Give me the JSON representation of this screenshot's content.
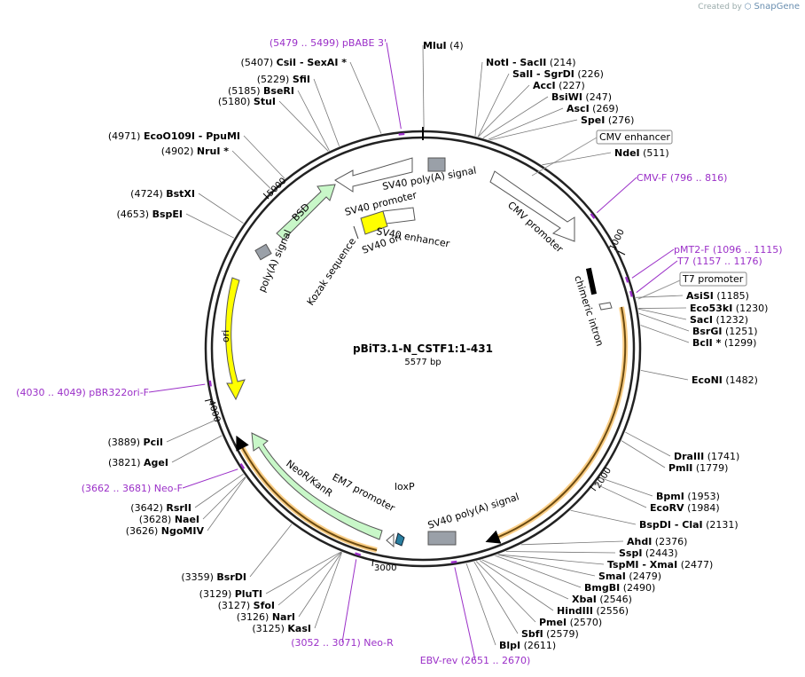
{
  "brand": {
    "created_by": "Created by",
    "app_name": "SnapGene"
  },
  "plasmid": {
    "name": "pBiT3.1-N_CSTF1:1-431",
    "length": "5577 bp"
  },
  "colors": {
    "primer": "#9b30c8",
    "site": "#000000",
    "orf_fill": "#c8f7c8",
    "ori": "#ffff00",
    "misc": "#aab0b8",
    "orange": "#f5a623"
  },
  "ticks": [
    "1000",
    "2000",
    "3000",
    "4000",
    "5000"
  ],
  "sites": [
    {
      "name": "MluI",
      "pos": "(4)"
    },
    {
      "name": "NotI",
      "extra": "- SacII",
      "pos": "(214)"
    },
    {
      "name": "SalI",
      "extra": "- SgrDI",
      "pos": "(226)"
    },
    {
      "name": "AccI",
      "pos": "(227)"
    },
    {
      "name": "BsiWI",
      "pos": "(247)"
    },
    {
      "name": "AscI",
      "pos": "(269)"
    },
    {
      "name": "SpeI",
      "pos": "(276)"
    },
    {
      "name": "NdeI",
      "pos": "(511)"
    },
    {
      "name": "AsiSI",
      "pos": "(1185)"
    },
    {
      "name": "Eco53kI",
      "pos": "(1230)"
    },
    {
      "name": "SacI",
      "pos": "(1232)"
    },
    {
      "name": "BsrGI",
      "pos": "(1251)"
    },
    {
      "name": "BclI *",
      "pos": "(1299)"
    },
    {
      "name": "EcoNI",
      "pos": "(1482)"
    },
    {
      "name": "DraIII",
      "pos": "(1741)"
    },
    {
      "name": "PmlI",
      "pos": "(1779)"
    },
    {
      "name": "BpmI",
      "pos": "(1953)"
    },
    {
      "name": "EcoRV",
      "pos": "(1984)"
    },
    {
      "name": "BspDI",
      "extra": "- ClaI",
      "pos": "(2131)"
    },
    {
      "name": "AhdI",
      "pos": "(2376)"
    },
    {
      "name": "SspI",
      "pos": "(2443)"
    },
    {
      "name": "TspMI",
      "extra": "- XmaI",
      "pos": "(2477)"
    },
    {
      "name": "SmaI",
      "pos": "(2479)"
    },
    {
      "name": "BmgBI",
      "pos": "(2490)"
    },
    {
      "name": "XbaI",
      "pos": "(2546)"
    },
    {
      "name": "HindIII",
      "pos": "(2556)"
    },
    {
      "name": "PmeI",
      "pos": "(2570)"
    },
    {
      "name": "SbfI",
      "pos": "(2579)"
    },
    {
      "name": "BlpI",
      "pos": "(2611)"
    },
    {
      "name": "KasI",
      "pos": "(3125)"
    },
    {
      "name": "NarI",
      "pos": "(3126)"
    },
    {
      "name": "SfoI",
      "pos": "(3127)"
    },
    {
      "name": "PluTI",
      "pos": "(3129)"
    },
    {
      "name": "BsrDI",
      "pos": "(3359)"
    },
    {
      "name": "NgoMIV",
      "pos": "(3626)"
    },
    {
      "name": "NaeI",
      "pos": "(3628)"
    },
    {
      "name": "RsrII",
      "pos": "(3642)"
    },
    {
      "name": "AgeI",
      "pos": "(3821)"
    },
    {
      "name": "PciI",
      "pos": "(3889)"
    },
    {
      "name": "BspEI",
      "pos": "(4653)"
    },
    {
      "name": "BstXI",
      "pos": "(4724)"
    },
    {
      "name": "NruI *",
      "pos": "(4902)"
    },
    {
      "name": "EcoO109I",
      "extra": "- PpuMI",
      "pos": "(4971)"
    },
    {
      "name": "StuI",
      "pos": "(5180)"
    },
    {
      "name": "BseRI",
      "pos": "(5185)"
    },
    {
      "name": "SfiI",
      "pos": "(5229)"
    },
    {
      "name": "CsiI",
      "extra": "- SexAI *",
      "pos": "(5407)"
    }
  ],
  "primers": [
    {
      "name": "pBABE 3'",
      "pos": "(5479 .. 5499)"
    },
    {
      "name": "CMV-F",
      "pos": "(796 .. 816)"
    },
    {
      "name": "pMT2-F",
      "pos": "(1096 .. 1115)"
    },
    {
      "name": "T7",
      "pos": "(1157 .. 1176)"
    },
    {
      "name": "EBV-rev",
      "pos": "(2651 .. 2670)"
    },
    {
      "name": "Neo-R",
      "pos": "(3052 .. 3071)"
    },
    {
      "name": "Neo-F",
      "pos": "(3662 .. 3681)"
    },
    {
      "name": "pBR322ori-F",
      "pos": "(4030 .. 4049)"
    }
  ],
  "boxed_features": {
    "cmv_enhancer": "CMV enhancer",
    "t7_promoter": "T7 promoter"
  },
  "features": {
    "sv40_polya_top": "SV40 poly(A) signal",
    "cmv_promoter": "CMV promoter",
    "chimeric_intron": "chimeric intron",
    "sv40_polya_bottom": "SV40 poly(A) signal",
    "loxp": "loxP",
    "em7_promoter": "EM7 promoter",
    "neor_kanr": "NeoR/KanR",
    "ori": "ori",
    "polya_signal": "poly(A) signal",
    "bsd": "BSD",
    "sv40_promoter": "SV40 promoter",
    "sv40_enhancer": "SV40 enhancer",
    "sv40_ori": "SV40 ori",
    "kozak": "Kozak sequence"
  }
}
